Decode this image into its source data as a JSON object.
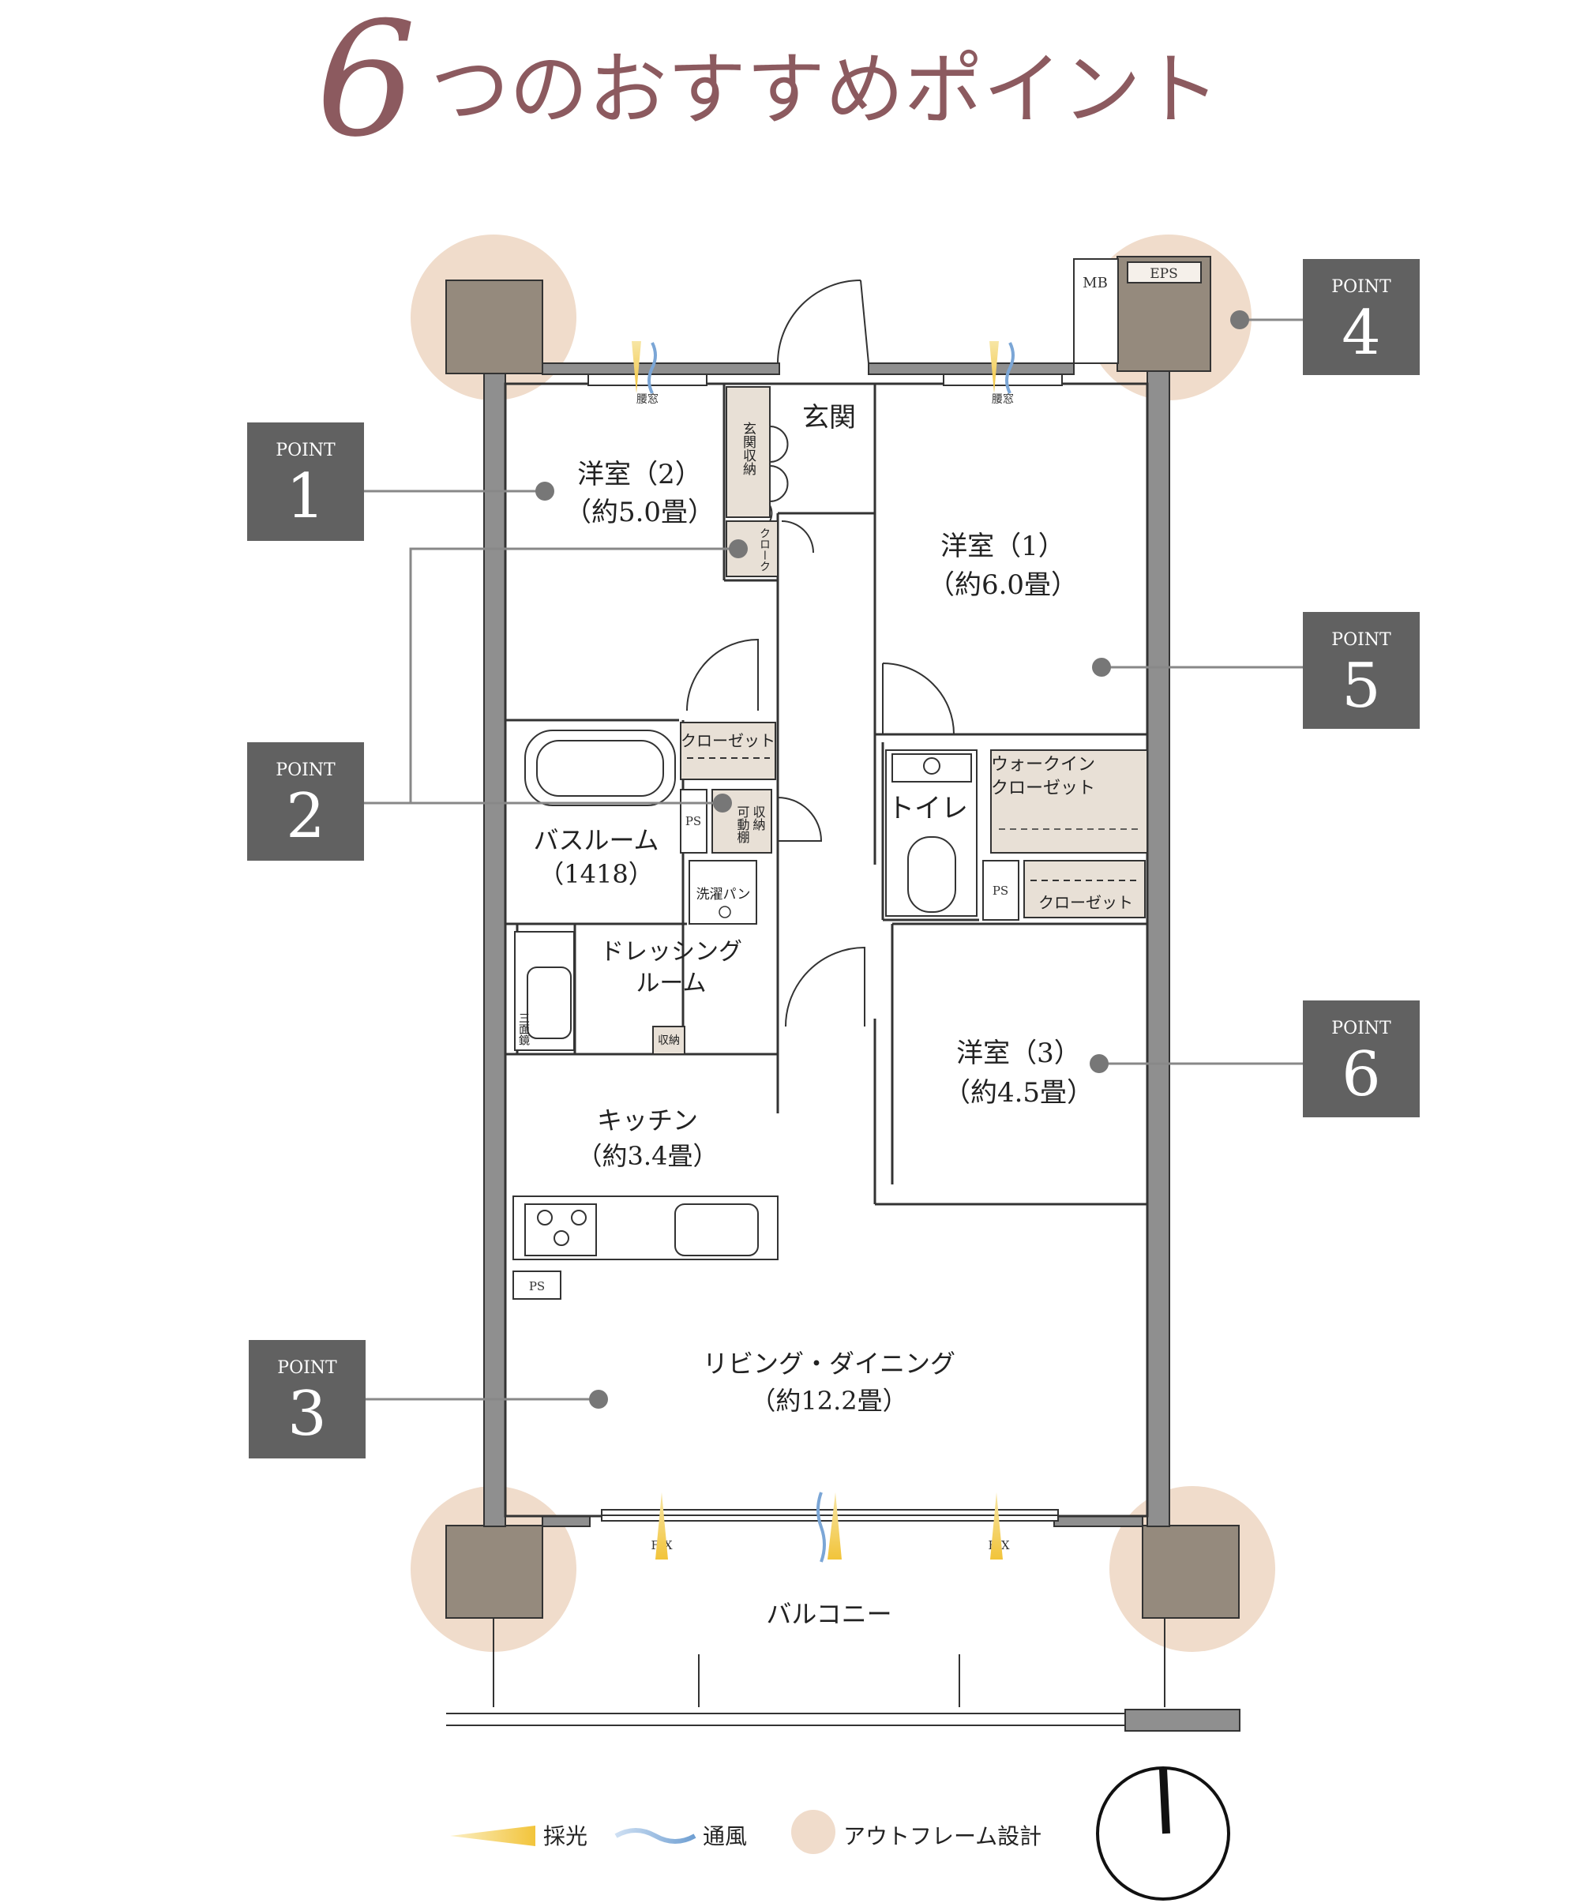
{
  "title": {
    "number": "6",
    "text": "つのおすすめポイント"
  },
  "colors": {
    "title": "#8c5a5f",
    "wall": "#8f8f8f",
    "pillar": "#958a7d",
    "highlight": "#f0dccb",
    "point_box": "#616161",
    "storage": "#e8e0d6",
    "sun": "#f2c43a",
    "wind": "#7ba6d6"
  },
  "points": [
    {
      "label": "POINT",
      "number": "1"
    },
    {
      "label": "POINT",
      "number": "2"
    },
    {
      "label": "POINT",
      "number": "3"
    },
    {
      "label": "POINT",
      "number": "4"
    },
    {
      "label": "POINT",
      "number": "5"
    },
    {
      "label": "POINT",
      "number": "6"
    }
  ],
  "rooms": {
    "western2": {
      "name": "洋室（2）",
      "size": "（約5.0畳）"
    },
    "western1": {
      "name": "洋室（1）",
      "size": "（約6.0畳）"
    },
    "western3": {
      "name": "洋室（3）",
      "size": "（約4.5畳）"
    },
    "entrance": "玄関",
    "entrance_storage": "玄関収納",
    "cloak": "クローク",
    "closet_a": "クローゼット",
    "closet_b": "クローゼット",
    "walkin": [
      "ウォークイン",
      "クローゼット"
    ],
    "toilet": "トイレ",
    "bath": {
      "name": "バスルーム",
      "size": "（1418）"
    },
    "movable_shelf": "可動棚",
    "storage_a": "収納",
    "storage_b": "収納",
    "laundry": "洗濯パン",
    "dressing": [
      "ドレッシング",
      "ルーム"
    ],
    "mirror": "三面鏡",
    "kitchen": {
      "name": "キッチン",
      "size": "（約3.4畳）"
    },
    "living": {
      "name": "リビング・ダイニング",
      "size": "（約12.2畳）"
    },
    "balcony": "バルコニー",
    "ps": "PS",
    "mb": "MB",
    "eps": "EPS",
    "waist_window": "腰窓",
    "fix": "FIX"
  },
  "legend": [
    {
      "icon": "sun-icon",
      "label": "採光"
    },
    {
      "icon": "wind-icon",
      "label": "通風"
    },
    {
      "icon": "outframe-icon",
      "label": "アウトフレーム設計"
    }
  ]
}
